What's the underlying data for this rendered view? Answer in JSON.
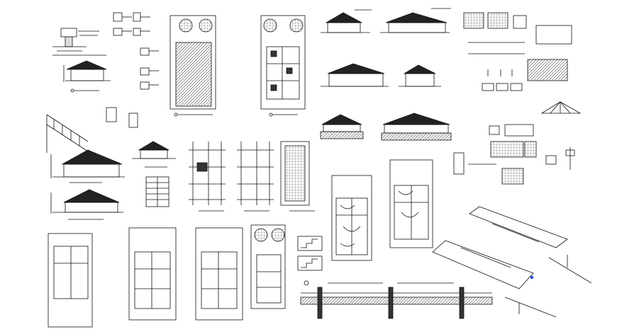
{
  "sheet": {
    "background": "#ffffff",
    "ink": "#111111",
    "hatch_ink": "#333333",
    "marker_color": "#2f55d4",
    "drawings": [
      {
        "id": "wall-section-detail",
        "kind": "section detail"
      },
      {
        "id": "front-elevation-small",
        "kind": "elevation"
      },
      {
        "id": "footing-details",
        "kind": "details"
      },
      {
        "id": "site-plan-hatched",
        "kind": "site plan"
      },
      {
        "id": "ground-floor-plan-ornate",
        "kind": "floor plan"
      },
      {
        "id": "elevation-row-1",
        "kind": "elevations"
      },
      {
        "id": "elevation-row-2",
        "kind": "elevations"
      },
      {
        "id": "detail-cluster-right",
        "kind": "details"
      },
      {
        "id": "roof-truss",
        "kind": "truss"
      },
      {
        "id": "stair-detail",
        "kind": "section"
      },
      {
        "id": "side-elevation-large",
        "kind": "elevation"
      },
      {
        "id": "rear-elevation-large",
        "kind": "elevation"
      },
      {
        "id": "small-elevation-mid",
        "kind": "elevation"
      },
      {
        "id": "column-schedule",
        "kind": "schedule"
      },
      {
        "id": "foundation-plan",
        "kind": "structural plan"
      },
      {
        "id": "beam-grid-plan",
        "kind": "structural plan"
      },
      {
        "id": "roof-framing-plan",
        "kind": "structural plan"
      },
      {
        "id": "section-hatched",
        "kind": "sections"
      },
      {
        "id": "electrical-plan",
        "kind": "floor plan"
      },
      {
        "id": "plumbing-plan",
        "kind": "floor plan"
      },
      {
        "id": "isometric-plumbing",
        "kind": "isometric"
      },
      {
        "id": "beam-elevation-long",
        "kind": "beam detail"
      },
      {
        "id": "bottom-plans",
        "kind": "floor plans"
      },
      {
        "id": "stair-details-small",
        "kind": "details"
      }
    ]
  }
}
